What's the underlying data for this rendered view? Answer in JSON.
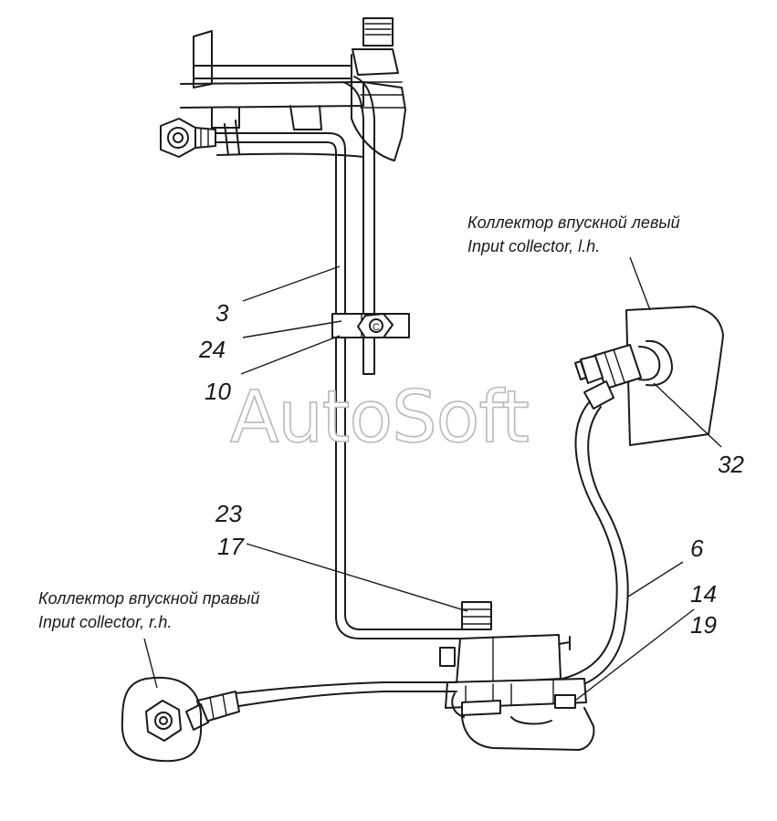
{
  "watermark": "AutoSoft",
  "captions": {
    "left_manifold_ru": "Коллектор впускной левый",
    "left_manifold_en": "Input collector, l.h.",
    "right_manifold_ru": "Коллектор впускной правый",
    "right_manifold_en": "Input collector, r.h."
  },
  "callouts": {
    "c3": "3",
    "c24": "24",
    "c10": "10",
    "c32": "32",
    "c23": "23",
    "c17": "17",
    "c6": "6",
    "c14": "14",
    "c19": "19"
  },
  "clamp_letter": "C"
}
